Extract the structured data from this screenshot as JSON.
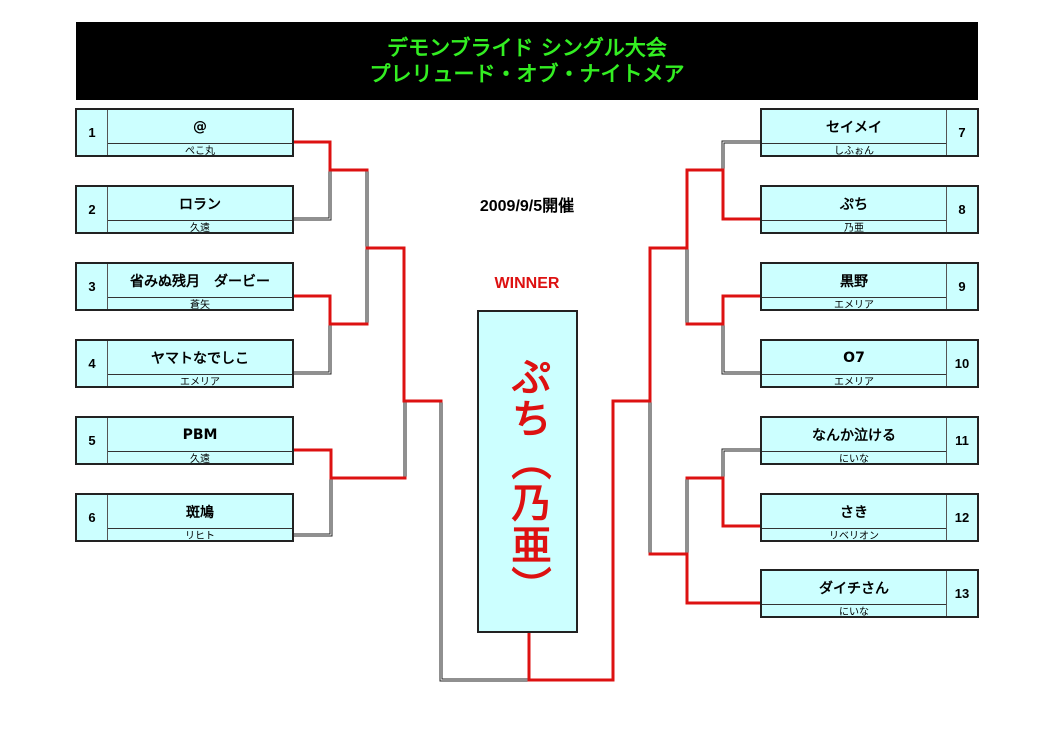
{
  "title": {
    "line1": "デモンブライド シングル大会",
    "line2": "プレリュード・オブ・ナイトメア"
  },
  "date": "2009/9/5開催",
  "winner": {
    "label": "WINNER",
    "name": "ぷち（乃亜）"
  },
  "colors": {
    "winner_line": "#dd1111",
    "box_fill": "#ccffff",
    "title_text": "#33ee22"
  },
  "left_entries": [
    {
      "seed": "1",
      "name": "@",
      "team": "ぺこ丸"
    },
    {
      "seed": "2",
      "name": "ロラン",
      "team": "久遠"
    },
    {
      "seed": "3",
      "name": "省みぬ残月　ダービー",
      "team": "蒼矢"
    },
    {
      "seed": "4",
      "name": "ヤマトなでしこ",
      "team": "エメリア"
    },
    {
      "seed": "5",
      "name": "PBM",
      "team": "久遠"
    },
    {
      "seed": "6",
      "name": "斑鳩",
      "team": "リヒト"
    }
  ],
  "right_entries": [
    {
      "seed": "7",
      "name": "セイメイ",
      "team": "しふぉん"
    },
    {
      "seed": "8",
      "name": "ぷち",
      "team": "乃亜"
    },
    {
      "seed": "9",
      "name": "黒野",
      "team": "エメリア"
    },
    {
      "seed": "10",
      "name": "O7",
      "team": "エメリア"
    },
    {
      "seed": "11",
      "name": "なんか泣ける",
      "team": "にいな"
    },
    {
      "seed": "12",
      "name": "さき",
      "team": "リベリオン"
    },
    {
      "seed": "13",
      "name": "ダイチさん",
      "team": "にいな"
    }
  ]
}
